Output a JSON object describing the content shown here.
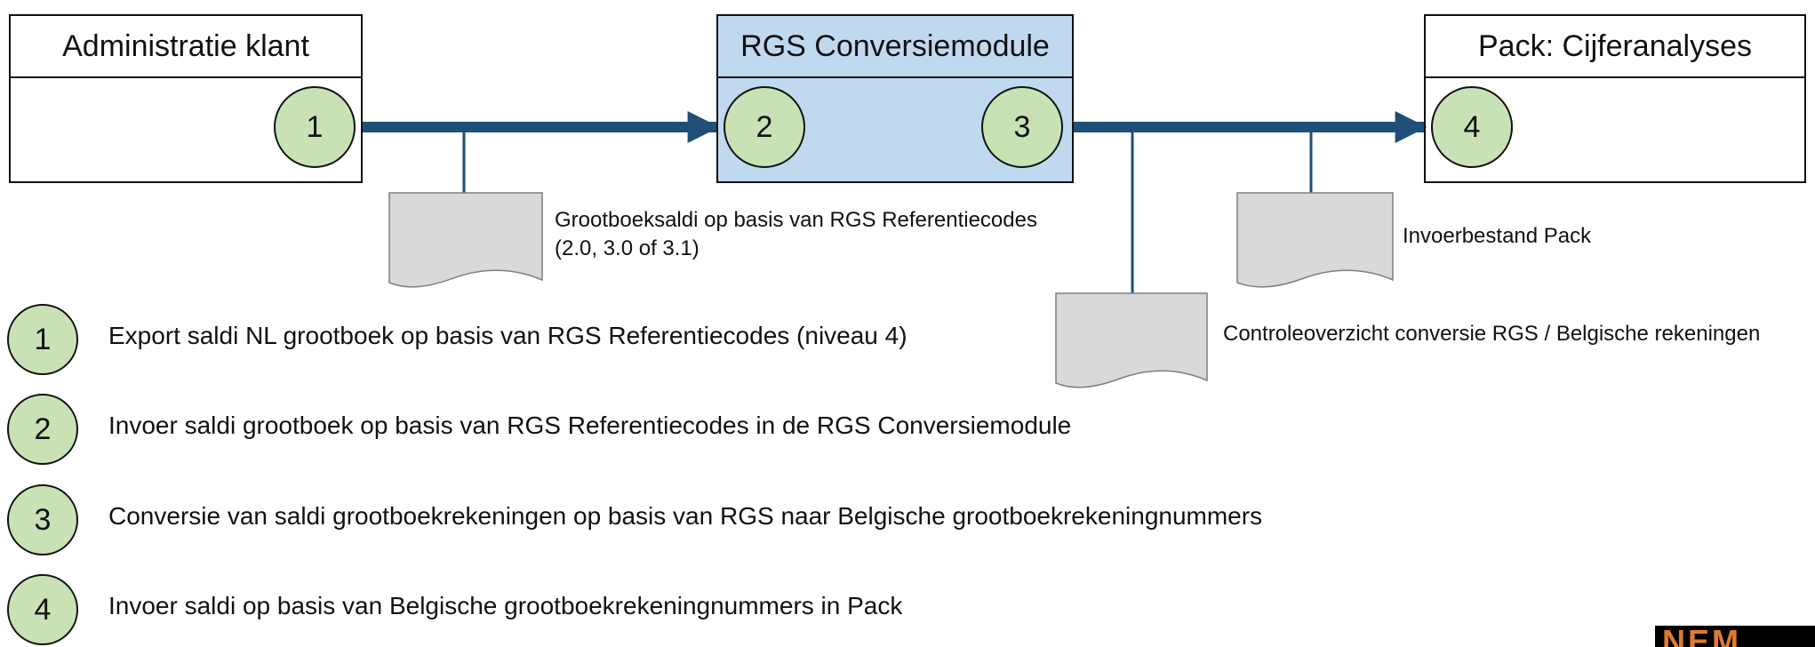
{
  "boxes": {
    "administratie": {
      "title": "Administratie klant"
    },
    "rgs_module": {
      "title": "RGS Conversiemodule"
    },
    "pack": {
      "title": "Pack: Cijferanalyses"
    }
  },
  "flow_circles": [
    "1",
    "2",
    "3",
    "4"
  ],
  "documents": {
    "grootboeksaldi": {
      "line1": "Grootboeksaldi op basis van RGS Referentiecodes",
      "line2": "(2.0, 3.0 of 3.1)"
    },
    "invoerbestand": {
      "label": "Invoerbestand Pack"
    },
    "controleoverzicht": {
      "label": "Controleoverzicht conversie RGS / Belgische rekeningen"
    }
  },
  "legend": [
    {
      "num": "1",
      "text": "Export saldi NL grootboek op basis van RGS Referentiecodes (niveau 4)"
    },
    {
      "num": "2",
      "text": "Invoer saldi grootboek op basis van RGS Referentiecodes in de RGS Conversiemodule"
    },
    {
      "num": "3",
      "text": "Conversie van saldi grootboekrekeningen op basis van RGS naar Belgische grootboekrekeningnummers"
    },
    {
      "num": "4",
      "text": "Invoer saldi op basis van Belgische grootboekrekeningnummers in Pack"
    }
  ],
  "logo": {
    "text": "NEM"
  },
  "colors": {
    "arrow": "#1f4e79",
    "connector": "#1f4e79",
    "circle_fill": "#c8e2b5",
    "module_fill": "#c0d9ef",
    "document_fill": "#d9d9d9"
  }
}
